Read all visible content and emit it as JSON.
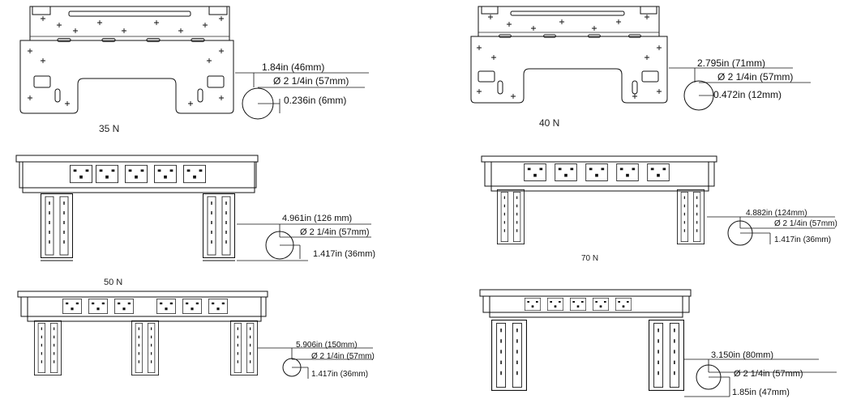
{
  "panels": [
    {
      "id": "35n",
      "title": "35 N",
      "offset": "1.84in (46mm)",
      "diameter": "Ø 2 1/4in (57mm)",
      "depth": "0.236in (6mm)"
    },
    {
      "id": "40n",
      "title": "40 N",
      "offset": "2.795in (71mm)",
      "diameter": "Ø 2 1/4in (57mm)",
      "depth": "0.472in (12mm)"
    },
    {
      "id": "50n-a",
      "title": "",
      "offset": "4.961in (126 mm)",
      "diameter": "Ø 2 1/4in (57mm)",
      "depth": "1.417in (36mm)"
    },
    {
      "id": "70n",
      "title": "70 N",
      "offset": "4.882in (124mm)",
      "diameter": "Ø 2 1/4in (57mm)",
      "depth": "1.417in (36mm)"
    },
    {
      "id": "50n-b",
      "title": "50 N",
      "offset": "5.906in (150mm)",
      "diameter": "Ø 2 1/4in (57mm)",
      "depth": "1.417in (36mm)"
    },
    {
      "id": "large",
      "title": "",
      "offset": "3.150in (80mm)",
      "diameter": "Ø 2 1/4in (57mm)",
      "depth": "1.85in (47mm)"
    }
  ]
}
